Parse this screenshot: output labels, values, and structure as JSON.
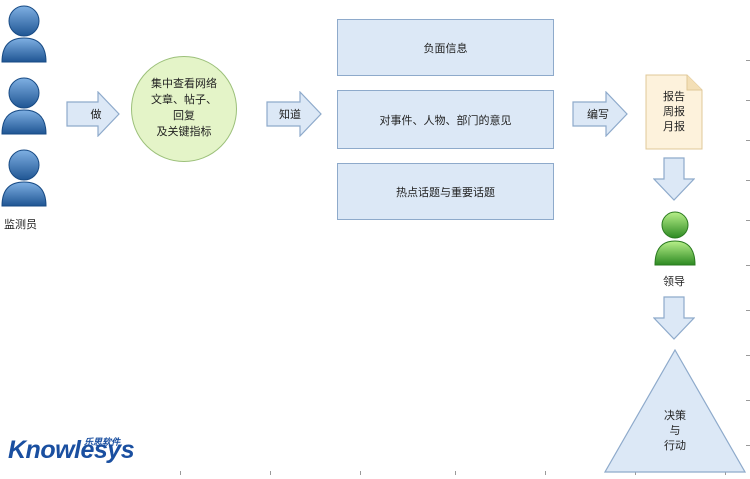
{
  "monitors": {
    "label": "监测员"
  },
  "step1": {
    "verb": "做"
  },
  "focus": {
    "lines": [
      "集中查看网络",
      "文章、帖子、",
      "回复",
      "及关键指标"
    ]
  },
  "step2": {
    "verb": "知道"
  },
  "info_boxes": [
    {
      "label": "负面信息"
    },
    {
      "label": "对事件、人物、部门的意见"
    },
    {
      "label": "热点话题与重要话题"
    }
  ],
  "step3": {
    "verb": "编写"
  },
  "report": {
    "lines": [
      "报告",
      "周报",
      "月报"
    ]
  },
  "leader": {
    "label": "领导"
  },
  "decision": {
    "lines": [
      "决策",
      "与",
      "行动"
    ]
  },
  "logo": {
    "text": "Knowlesys",
    "cn": "乐思软件"
  },
  "colors": {
    "box_fill": "#dce8f6",
    "box_border": "#8eaacb",
    "focus_fill": "#e4f4c8",
    "report_fill": "#fdf2dc",
    "person_blue": "#2f6aa8",
    "person_green": "#3f9a2f",
    "logo_blue": "#1a4fa0"
  }
}
